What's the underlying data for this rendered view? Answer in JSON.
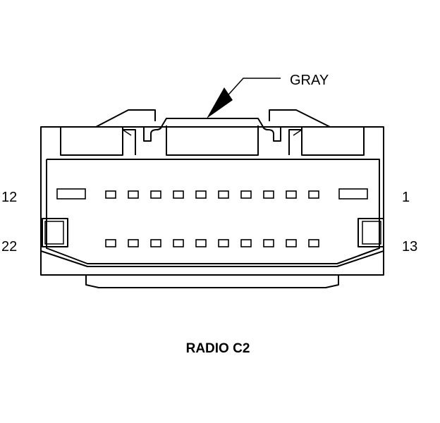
{
  "connector": {
    "name": "RADIO C2",
    "color_label": "GRAY",
    "pin_labels": {
      "top_left": "12",
      "top_right": "1",
      "bottom_left": "22",
      "bottom_right": "13"
    }
  },
  "colors": {
    "line": "#000000",
    "background": "#ffffff"
  }
}
